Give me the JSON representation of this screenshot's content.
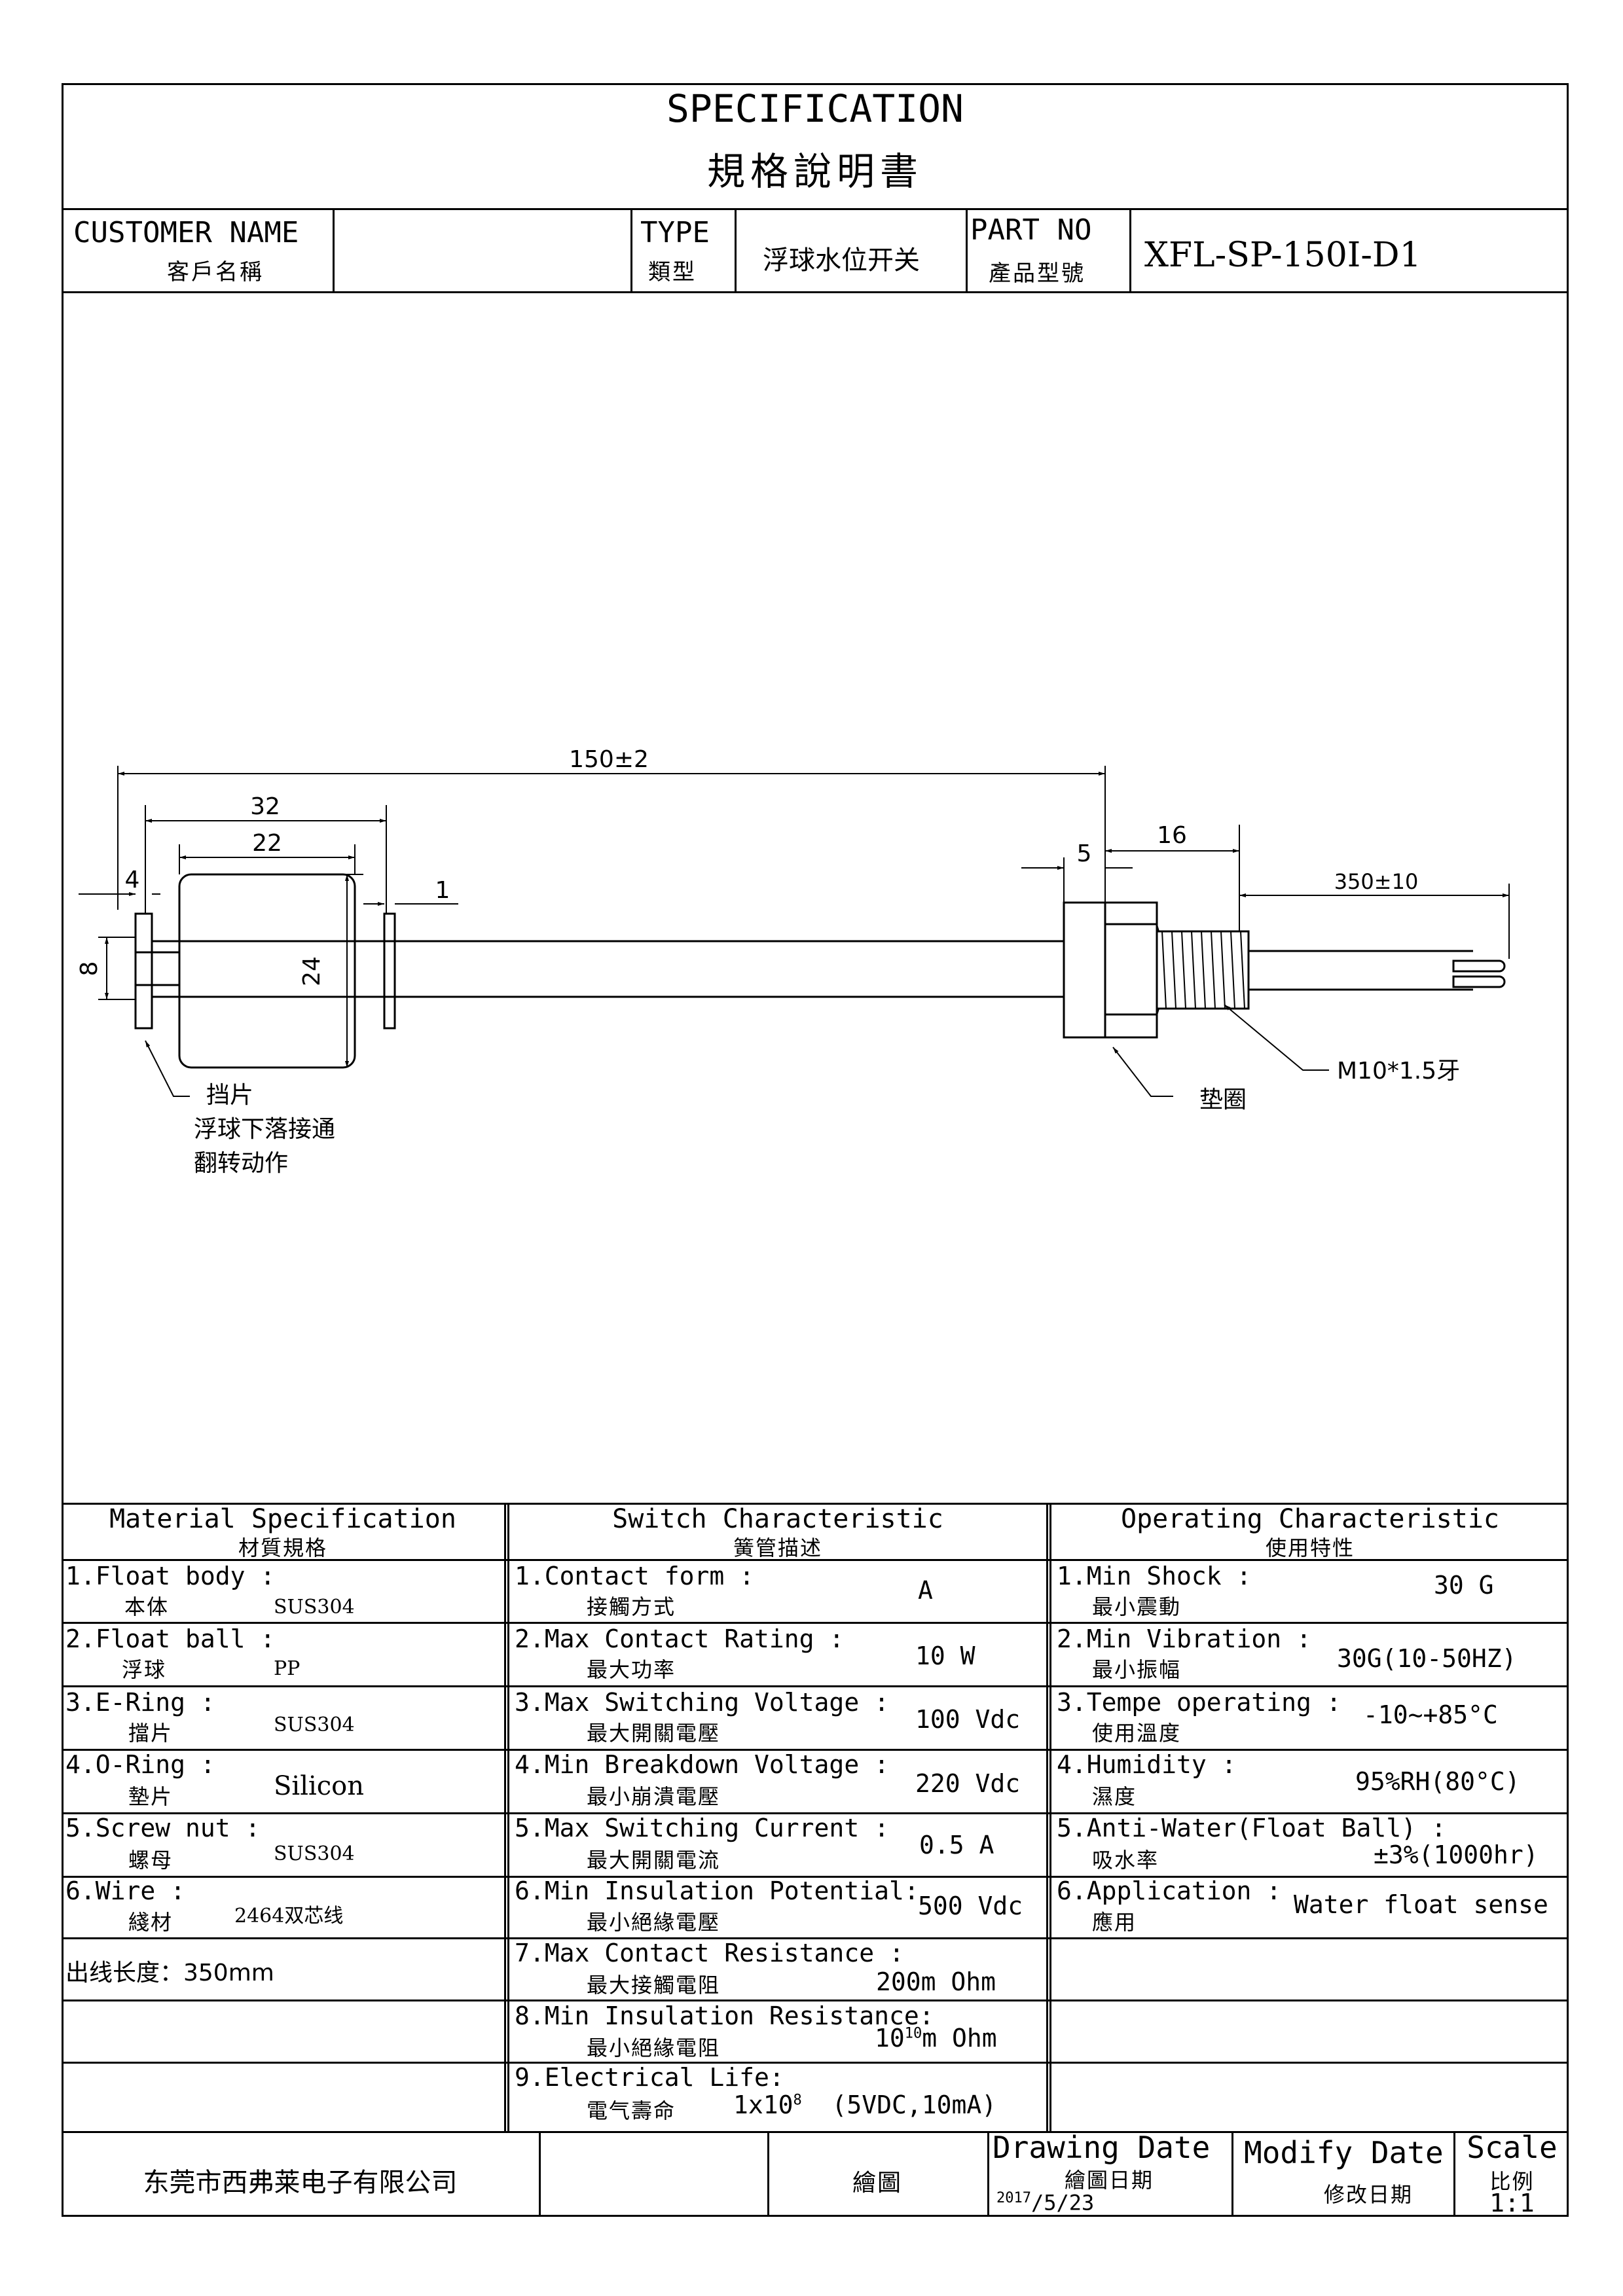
{
  "title": {
    "en": "SPECIFICATION",
    "zh": "規格說明書"
  },
  "header": {
    "customer_name_en": "CUSTOMER NAME",
    "customer_name_zh": "客戶名稱",
    "customer_name_value": "",
    "type_en": "TYPE",
    "type_zh": "類型",
    "type_value": "浮球水位开关",
    "part_no_en": "PART NO",
    "part_no_zh": "產品型號",
    "part_no_value": "XFL-SP-150I-D1"
  },
  "drawing": {
    "dim_total": "150±2",
    "dim_32": "32",
    "dim_22": "22",
    "dim_4": "4",
    "dim_1": "1",
    "dim_8": "8",
    "dim_24": "24",
    "dim_5": "5",
    "dim_16": "16",
    "dim_wire": "350±10",
    "thread_label": "M10*1.5牙",
    "gasket_label": "垫圈",
    "ering_note": [
      "挡片",
      "浮球下落接通",
      "翻转动作"
    ]
  },
  "material": {
    "heading_en": "Material  Specification",
    "heading_zh": "材質規格",
    "rows": [
      {
        "en": "1.Float body :",
        "zh": "本体",
        "value": "SUS304"
      },
      {
        "en": "2.Float ball :",
        "zh": "浮球",
        "value": "PP"
      },
      {
        "en": "3.E-Ring :",
        "zh": "擋片",
        "value": "SUS304"
      },
      {
        "en": "4.O-Ring :",
        "zh": "墊片",
        "value": "Silicon"
      },
      {
        "en": "5.Screw nut :",
        "zh": "螺母",
        "value": "SUS304"
      },
      {
        "en": "6.Wire :",
        "zh": "綫材",
        "value": "2464双芯线"
      }
    ],
    "wire_length": "出线长度：350mm"
  },
  "switch": {
    "heading_en": "Switch Characteristic",
    "heading_zh": "簧管描述",
    "rows": [
      {
        "en": "1.Contact form :",
        "zh": "接觸方式",
        "value": "A"
      },
      {
        "en": "2.Max Contact Rating :",
        "zh": "最大功率",
        "value": "10 W"
      },
      {
        "en": "3.Max Switching Voltage :",
        "zh": "最大開關電壓",
        "value": "100 Vdc"
      },
      {
        "en": "4.Min Breakdown Voltage :",
        "zh": "最小崩潰電壓",
        "value": "220 Vdc"
      },
      {
        "en": "5.Max Switching Current :",
        "zh": "最大開關電流",
        "value": "0.5 A"
      },
      {
        "en": "6.Min Insulation Potential:",
        "zh": "最小絕緣電壓",
        "value": "500 Vdc"
      },
      {
        "en": "7.Max Contact Resistance :",
        "zh": "最大接觸電阻",
        "value": "200m Ohm"
      },
      {
        "en": "8.Min Insulation Resistance:",
        "zh": "最小絕緣電阻",
        "value_base": "10",
        "value_exp": "10",
        "value_unit": "m Ohm"
      },
      {
        "en": "9.Electrical Life:",
        "zh": "電气壽命",
        "value_base": "1x10",
        "value_exp": "8",
        "value_unit": "  (5VDC,10mA)"
      }
    ]
  },
  "operating": {
    "heading_en": "Operating Characteristic",
    "heading_zh": "使用特性",
    "rows": [
      {
        "en": "1.Min Shock :",
        "zh": "最小震動",
        "value": "30 G"
      },
      {
        "en": "2.Min Vibration :",
        "zh": "最小振幅",
        "value": "30G(10-50HZ)"
      },
      {
        "en": "3.Tempe operating :",
        "zh": "使用溫度",
        "value": "-10~+85°C"
      },
      {
        "en": "4.Humidity :",
        "zh": "濕度",
        "value": "95%RH(80°C)"
      },
      {
        "en": "5.Anti-Water(Float Ball) :",
        "zh": "吸水率",
        "value": "±3%(1000hr)"
      },
      {
        "en": "6.Application :",
        "zh": "應用",
        "value": "Water float sense"
      }
    ]
  },
  "footer": {
    "company": "东莞市西弗莱电子有限公司",
    "drawn_zh": "繪圖",
    "drawing_date_en": "Drawing Date",
    "drawing_date_zh": "繪圖日期",
    "drawing_date_year": "2017",
    "drawing_date_md": "/5/23",
    "modify_date_en": "Modify Date",
    "modify_date_zh": "修改日期",
    "scale_en": "Scale",
    "scale_zh": "比例",
    "scale_value": "1:1"
  }
}
